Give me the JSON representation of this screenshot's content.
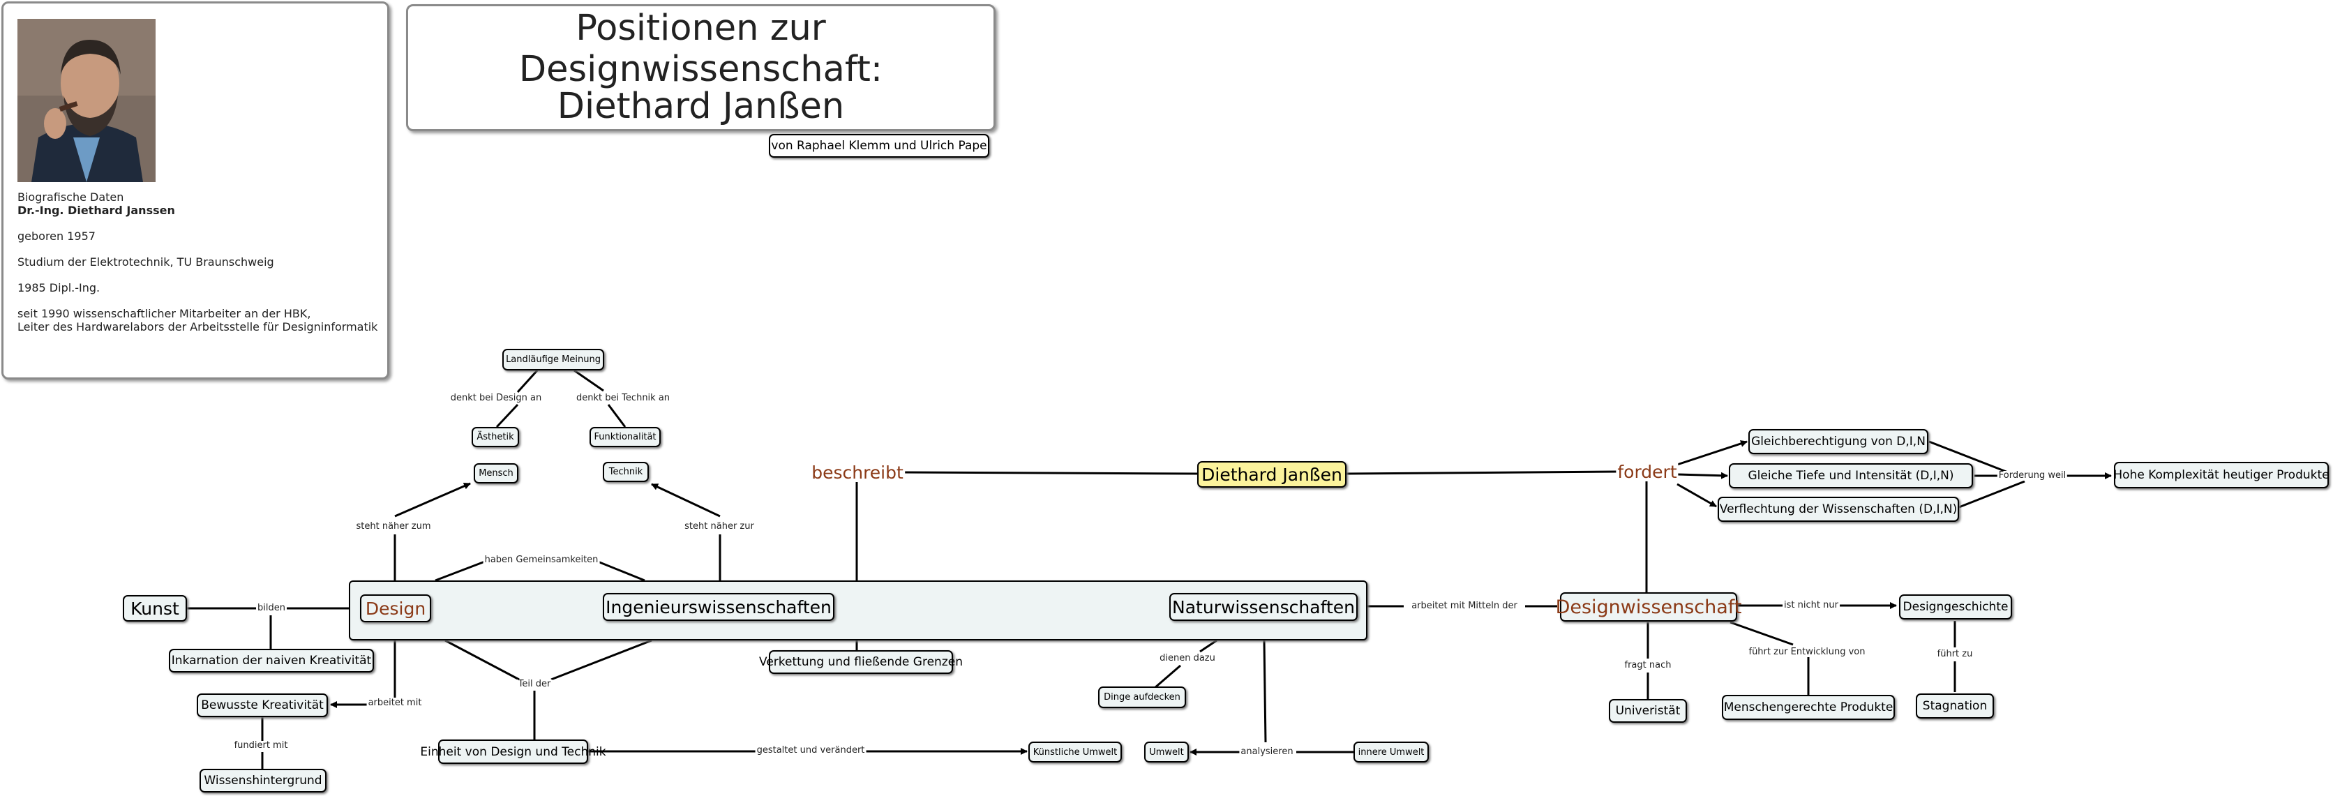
{
  "title": {
    "line1": "Positionen zur Designwissenschaft:",
    "line2": "Diethard Janßen"
  },
  "authors": "von Raphael Klemm und Ulrich Pape",
  "bio": {
    "heading": "Biografische Daten",
    "name": "Dr.-Ing. Diethard Janssen",
    "born": "geboren 1957",
    "study": "Studium der Elektrotechnik, TU Braunschweig",
    "degree": "1985 Dipl.-Ing.",
    "job1": "seit 1990 wissenschaftlicher Mitarbeiter an der HBK,",
    "job2": "Leiter des Hardwarelabors der Arbeitsstelle für Designinformatik"
  },
  "nodes": {
    "landlaeufige_meinung": "Landläufige Meinung",
    "aesthetik": "Ästhetik",
    "funktionalitaet": "Funktionalität",
    "mensch": "Mensch",
    "technik": "Technik",
    "diethard": "Diethard Janßen",
    "kunst": "Kunst",
    "design": "Design",
    "ingenieurswissenschaften": "Ingenieurswissenschaften",
    "naturwissenschaften": "Naturwissenschaften",
    "designwissenschaft": "Designwissenschaft",
    "inkarnation": "Inkarnation der naiven Kreativität",
    "bewusste_kreativitaet": "Bewusste Kreativität",
    "wissenshintergrund": "Wissenshintergrund",
    "verkettung": "Verkettung und fließende Grenzen",
    "dinge_aufdecken": "Dinge aufdecken",
    "einheit": "Einheit von Design und Technik",
    "kuenstliche_umwelt": "Künstliche Umwelt",
    "umwelt": "Umwelt",
    "innere_umwelt": "innere Umwelt",
    "univeristaet": "Univeristät",
    "menschengerechte_produkte": "Menschengerechte Produkte",
    "designgeschichte": "Designgeschichte",
    "stagnation": "Stagnation",
    "gleichberechtigung": "Gleichberechtigung von D,I,N",
    "gleiche_tiefe": "Gleiche Tiefe und Intensität (D,I,N)",
    "verflechtung": "Verflechtung der Wissenschaften (D,I,N)",
    "hohe_komplexitaet": "Hohe Komplexität heutiger Produkte"
  },
  "links": {
    "denkt_design": "denkt bei Design an",
    "denkt_technik": "denkt bei Technik an",
    "steht_naeher_zum": "steht näher zum",
    "steht_naeher_zur": "steht näher zur",
    "haben_gemeinsamkeiten": "haben Gemeinsamkeiten",
    "beschreibt": "beschreibt",
    "fordert": "fordert",
    "bilden": "bilden",
    "arbeitet_mit": "arbeitet mit",
    "fundiert_mit": "fundiert mit",
    "teil_der": "Teil der",
    "gestaltet": "gestaltet und verändert",
    "dienen_dazu": "dienen dazu",
    "analysieren": "analysieren",
    "arbeitet_mitteln": "arbeitet mit Mitteln der",
    "fragt_nach": "fragt nach",
    "fuehrt_entwicklung": "führt zur Entwicklung von",
    "ist_nicht_nur": "ist nicht nur",
    "fuehrt_zu": "führt zu",
    "forderung_weil": "Forderung weil"
  }
}
